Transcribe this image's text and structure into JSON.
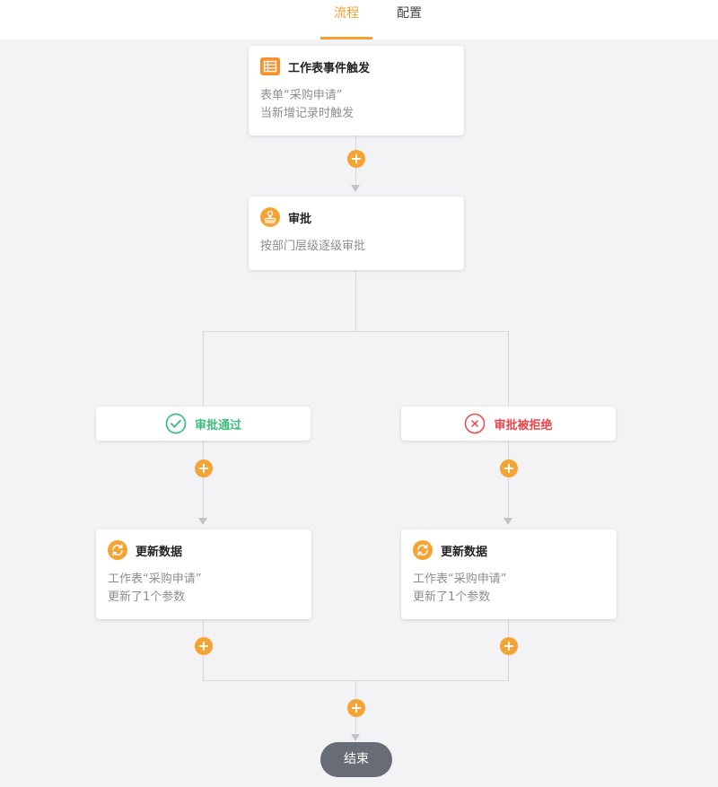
{
  "tabs": [
    {
      "label": "流程",
      "active": true
    },
    {
      "label": "配置",
      "active": false
    }
  ],
  "accent_color": "#f3a030",
  "nodes": {
    "trigger": {
      "title": "工作表事件触发",
      "icon": "worksheet-icon",
      "lines": [
        "表单“采购申请”",
        "当新增记录时触发"
      ]
    },
    "approval": {
      "title": "审批",
      "icon": "stamp-icon",
      "lines": [
        "按部门层级逐级审批"
      ]
    },
    "branch_pass": {
      "label": "审批通过",
      "icon": "check-circle-icon",
      "color": "#3dbd7d"
    },
    "branch_reject": {
      "label": "审批被拒绝",
      "icon": "x-circle-icon",
      "color": "#f0434a"
    },
    "update_left": {
      "title": "更新数据",
      "icon": "refresh-icon",
      "lines": [
        "工作表“采购申请”",
        "更新了1个参数"
      ]
    },
    "update_right": {
      "title": "更新数据",
      "icon": "refresh-icon",
      "lines": [
        "工作表“采购申请”",
        "更新了1个参数"
      ]
    },
    "end": {
      "label": "结束"
    }
  }
}
